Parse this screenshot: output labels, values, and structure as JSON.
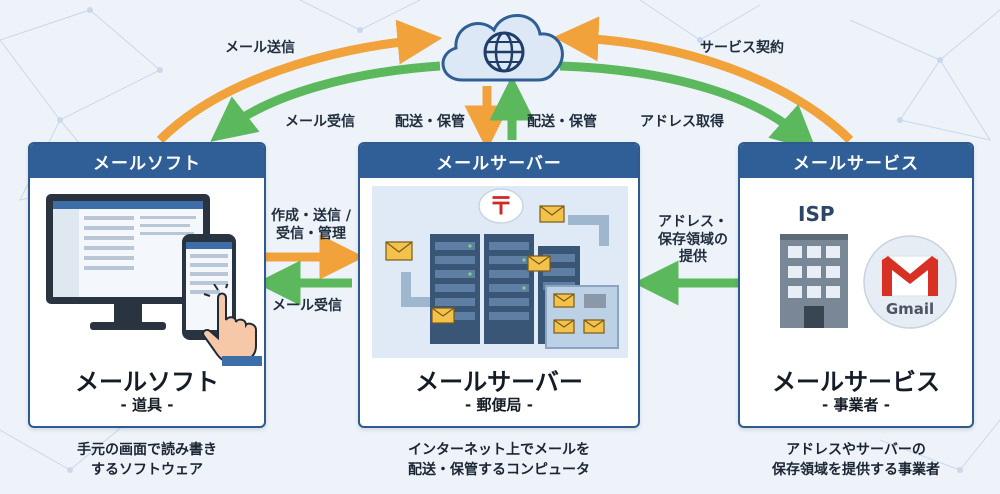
{
  "arrows": {
    "send_mail": "メール送信",
    "receive_mail_top": "メール受信",
    "service_contract": "サービス契約",
    "delivery_storage_left": "配送・保管",
    "delivery_storage_right": "配送・保管",
    "address_acquire": "アドレス取得",
    "create_send_line1": "作成・送信 /",
    "create_send_line2": "受信・管理",
    "receive_mail_mid": "メール受信",
    "provide_line1": "アドレス・",
    "provide_line2": "保存領域の",
    "provide_line3": "提供"
  },
  "panels": {
    "mail_software": {
      "header": "メールソフト",
      "title": "メールソフト",
      "subtitle": "- 道具 -",
      "description_line1": "手元の画面で読み書き",
      "description_line2": "するソフトウェア"
    },
    "mail_server": {
      "header": "メールサーバー",
      "title": "メールサーバー",
      "subtitle": "- 郵便局 -",
      "description_line1": "インターネット上でメールを",
      "description_line2": "配送・保管するコンピュータ",
      "postal_mark": "〒"
    },
    "mail_service": {
      "header": "メールサービス",
      "title": "メールサービス",
      "subtitle": "- 事業者 -",
      "description_line1": "アドレスやサーバーの",
      "description_line2": "保存領域を提供する事業者",
      "isp_label": "ISP",
      "gmail_label": "Gmail"
    }
  },
  "colors": {
    "orange": "#f2a23a",
    "green": "#5cb85c",
    "header_blue": "#2f5f96",
    "cloud": "#dce8f5"
  },
  "icons": [
    "cloud-globe-icon",
    "monitor-icon",
    "smartphone-icon",
    "hand-icon",
    "server-rack-icon",
    "envelope-icon",
    "building-icon",
    "gmail-icon"
  ]
}
